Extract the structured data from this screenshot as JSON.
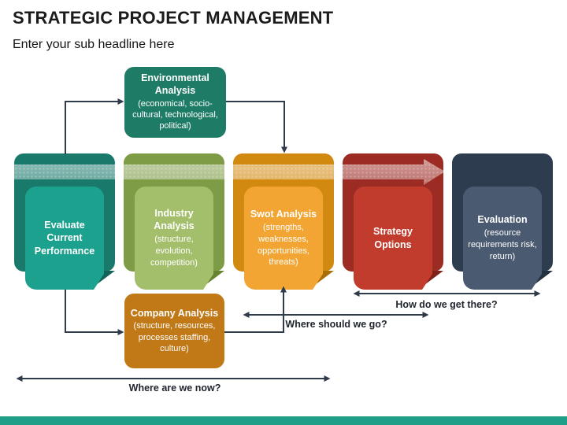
{
  "page": {
    "title": "STRATEGIC PROJECT MANAGEMENT",
    "subtitle": "Enter your sub headline here"
  },
  "env_box": {
    "title": "Environmental Analysis",
    "subtitle": "(economical, socio-cultural, technological, political)",
    "bg": "#1E7B66"
  },
  "company_box": {
    "title": "Company Analysis",
    "subtitle": "(structure, resources, processes staffing, culture)",
    "bg": "#C17817"
  },
  "cards": [
    {
      "title": "Evaluate Current Performance",
      "subtitle": "",
      "back_color": "#19796B",
      "front_color": "#1CA18E",
      "fold_color": "#126358"
    },
    {
      "title": "Industry Analysis",
      "subtitle": "(structure, evolution, competition)",
      "back_color": "#7E9B45",
      "front_color": "#A4BF6C",
      "fold_color": "#66832F"
    },
    {
      "title": "Swot Analysis",
      "subtitle": "(strengths, weaknesses, opportunities, threats)",
      "back_color": "#D2890F",
      "front_color": "#F2A532",
      "fold_color": "#A96E08"
    },
    {
      "title": "Strategy Options",
      "subtitle": "",
      "back_color": "#9C2B23",
      "front_color": "#C23C2E",
      "fold_color": "#7E221B"
    },
    {
      "title": "Evaluation",
      "subtitle": "(resource requirements risk, return)",
      "back_color": "#2E3C4F",
      "front_color": "#4A5A70",
      "fold_color": "#22303F"
    }
  ],
  "questions": {
    "how": "How do we get there?",
    "where_go": "Where should we go?",
    "where_now": "Where are we now?"
  },
  "colors": {
    "connector_line": "#2F3B4A",
    "flow_arrow_overlay": "rgba(255,255,255,0.45)",
    "footer_bar": "#1F9E88",
    "label_text": "#20262E"
  }
}
